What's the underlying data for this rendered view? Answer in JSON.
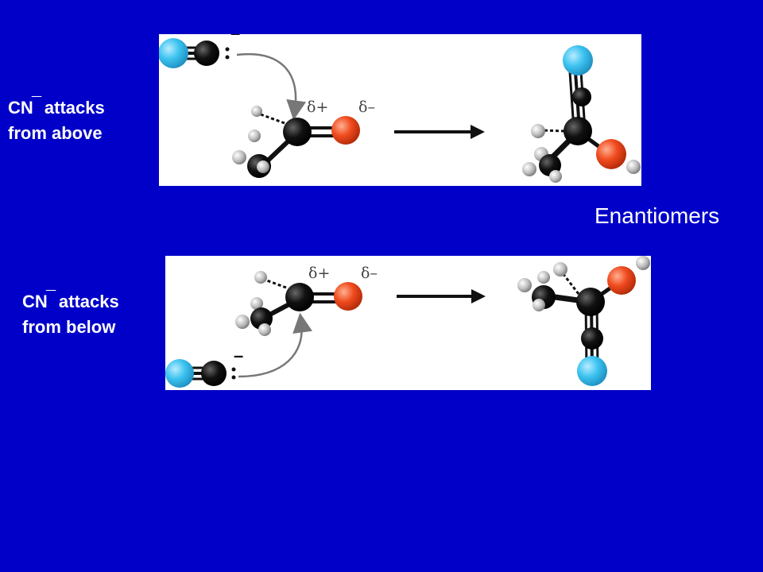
{
  "slide": {
    "top_caption": {
      "species": "CN",
      "charge": "¯",
      "line1_rest": "attacks",
      "line2": "from above"
    },
    "bottom_caption": {
      "species": "CN",
      "charge": "¯",
      "line1_rest": "attacks",
      "line2": "from below"
    },
    "side_label": "Enantiomers",
    "charge_sign": "–",
    "delta_plus": "δ+",
    "delta_minus": "δ–",
    "colors": {
      "background": "#0000c8",
      "carbon": "#111111",
      "nitrogen": "#3cc3f0",
      "oxygen": "#f04a1e",
      "hydrogen": "#b0b0b0"
    }
  }
}
